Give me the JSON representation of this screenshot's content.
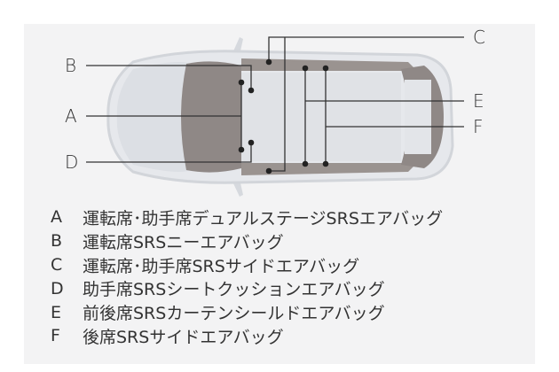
{
  "callouts": {
    "A": "A",
    "B": "B",
    "C": "C",
    "D": "D",
    "E": "E",
    "F": "F"
  },
  "legend": [
    {
      "key": "A",
      "text": "運転席･助手席デュアルステージSRSエアバッグ"
    },
    {
      "key": "B",
      "text": "運転席SRSニーエアバッグ"
    },
    {
      "key": "C",
      "text": "運転席･助手席SRSサイドエアバッグ"
    },
    {
      "key": "D",
      "text": "助手席SRSシートクッションエアバッグ"
    },
    {
      "key": "E",
      "text": "前後席SRSカーテンシールドエアバッグ"
    },
    {
      "key": "F",
      "text": "後席SRSサイドエアバッグ"
    }
  ]
}
